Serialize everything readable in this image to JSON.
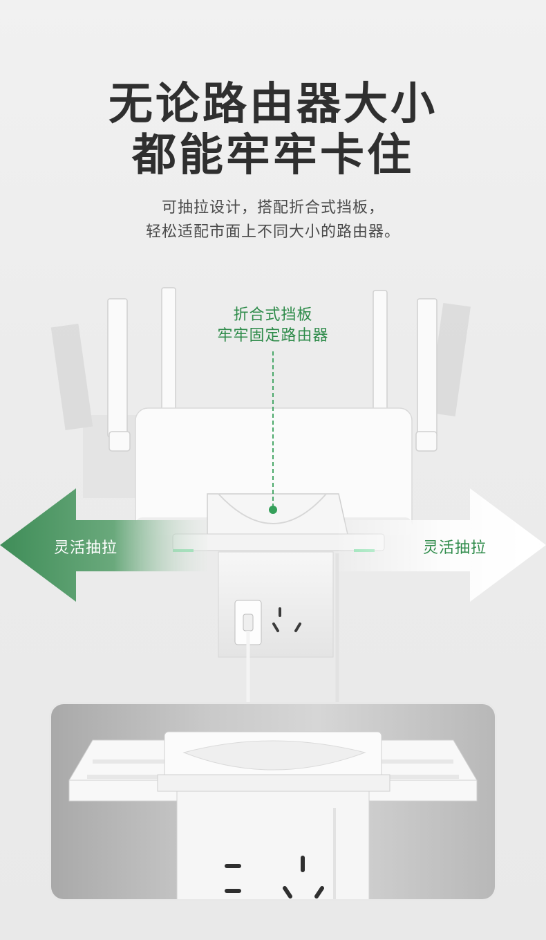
{
  "headline": {
    "line1": "无论路由器大小",
    "line2": "都能牢牢卡住"
  },
  "subtitle": {
    "line1": "可抽拉设计，搭配折合式挡板，",
    "line2": "轻松适配市面上不同大小的路由器。"
  },
  "callout": {
    "line1": "折合式挡板",
    "line2": "牢牢固定路由器"
  },
  "arrows": {
    "left_label": "灵活抽拉",
    "right_label": "灵活抽拉"
  },
  "colors": {
    "accent_green": "#2e8b4a",
    "arrow_green": "#4f9a66",
    "headline": "#2f2f2f"
  }
}
